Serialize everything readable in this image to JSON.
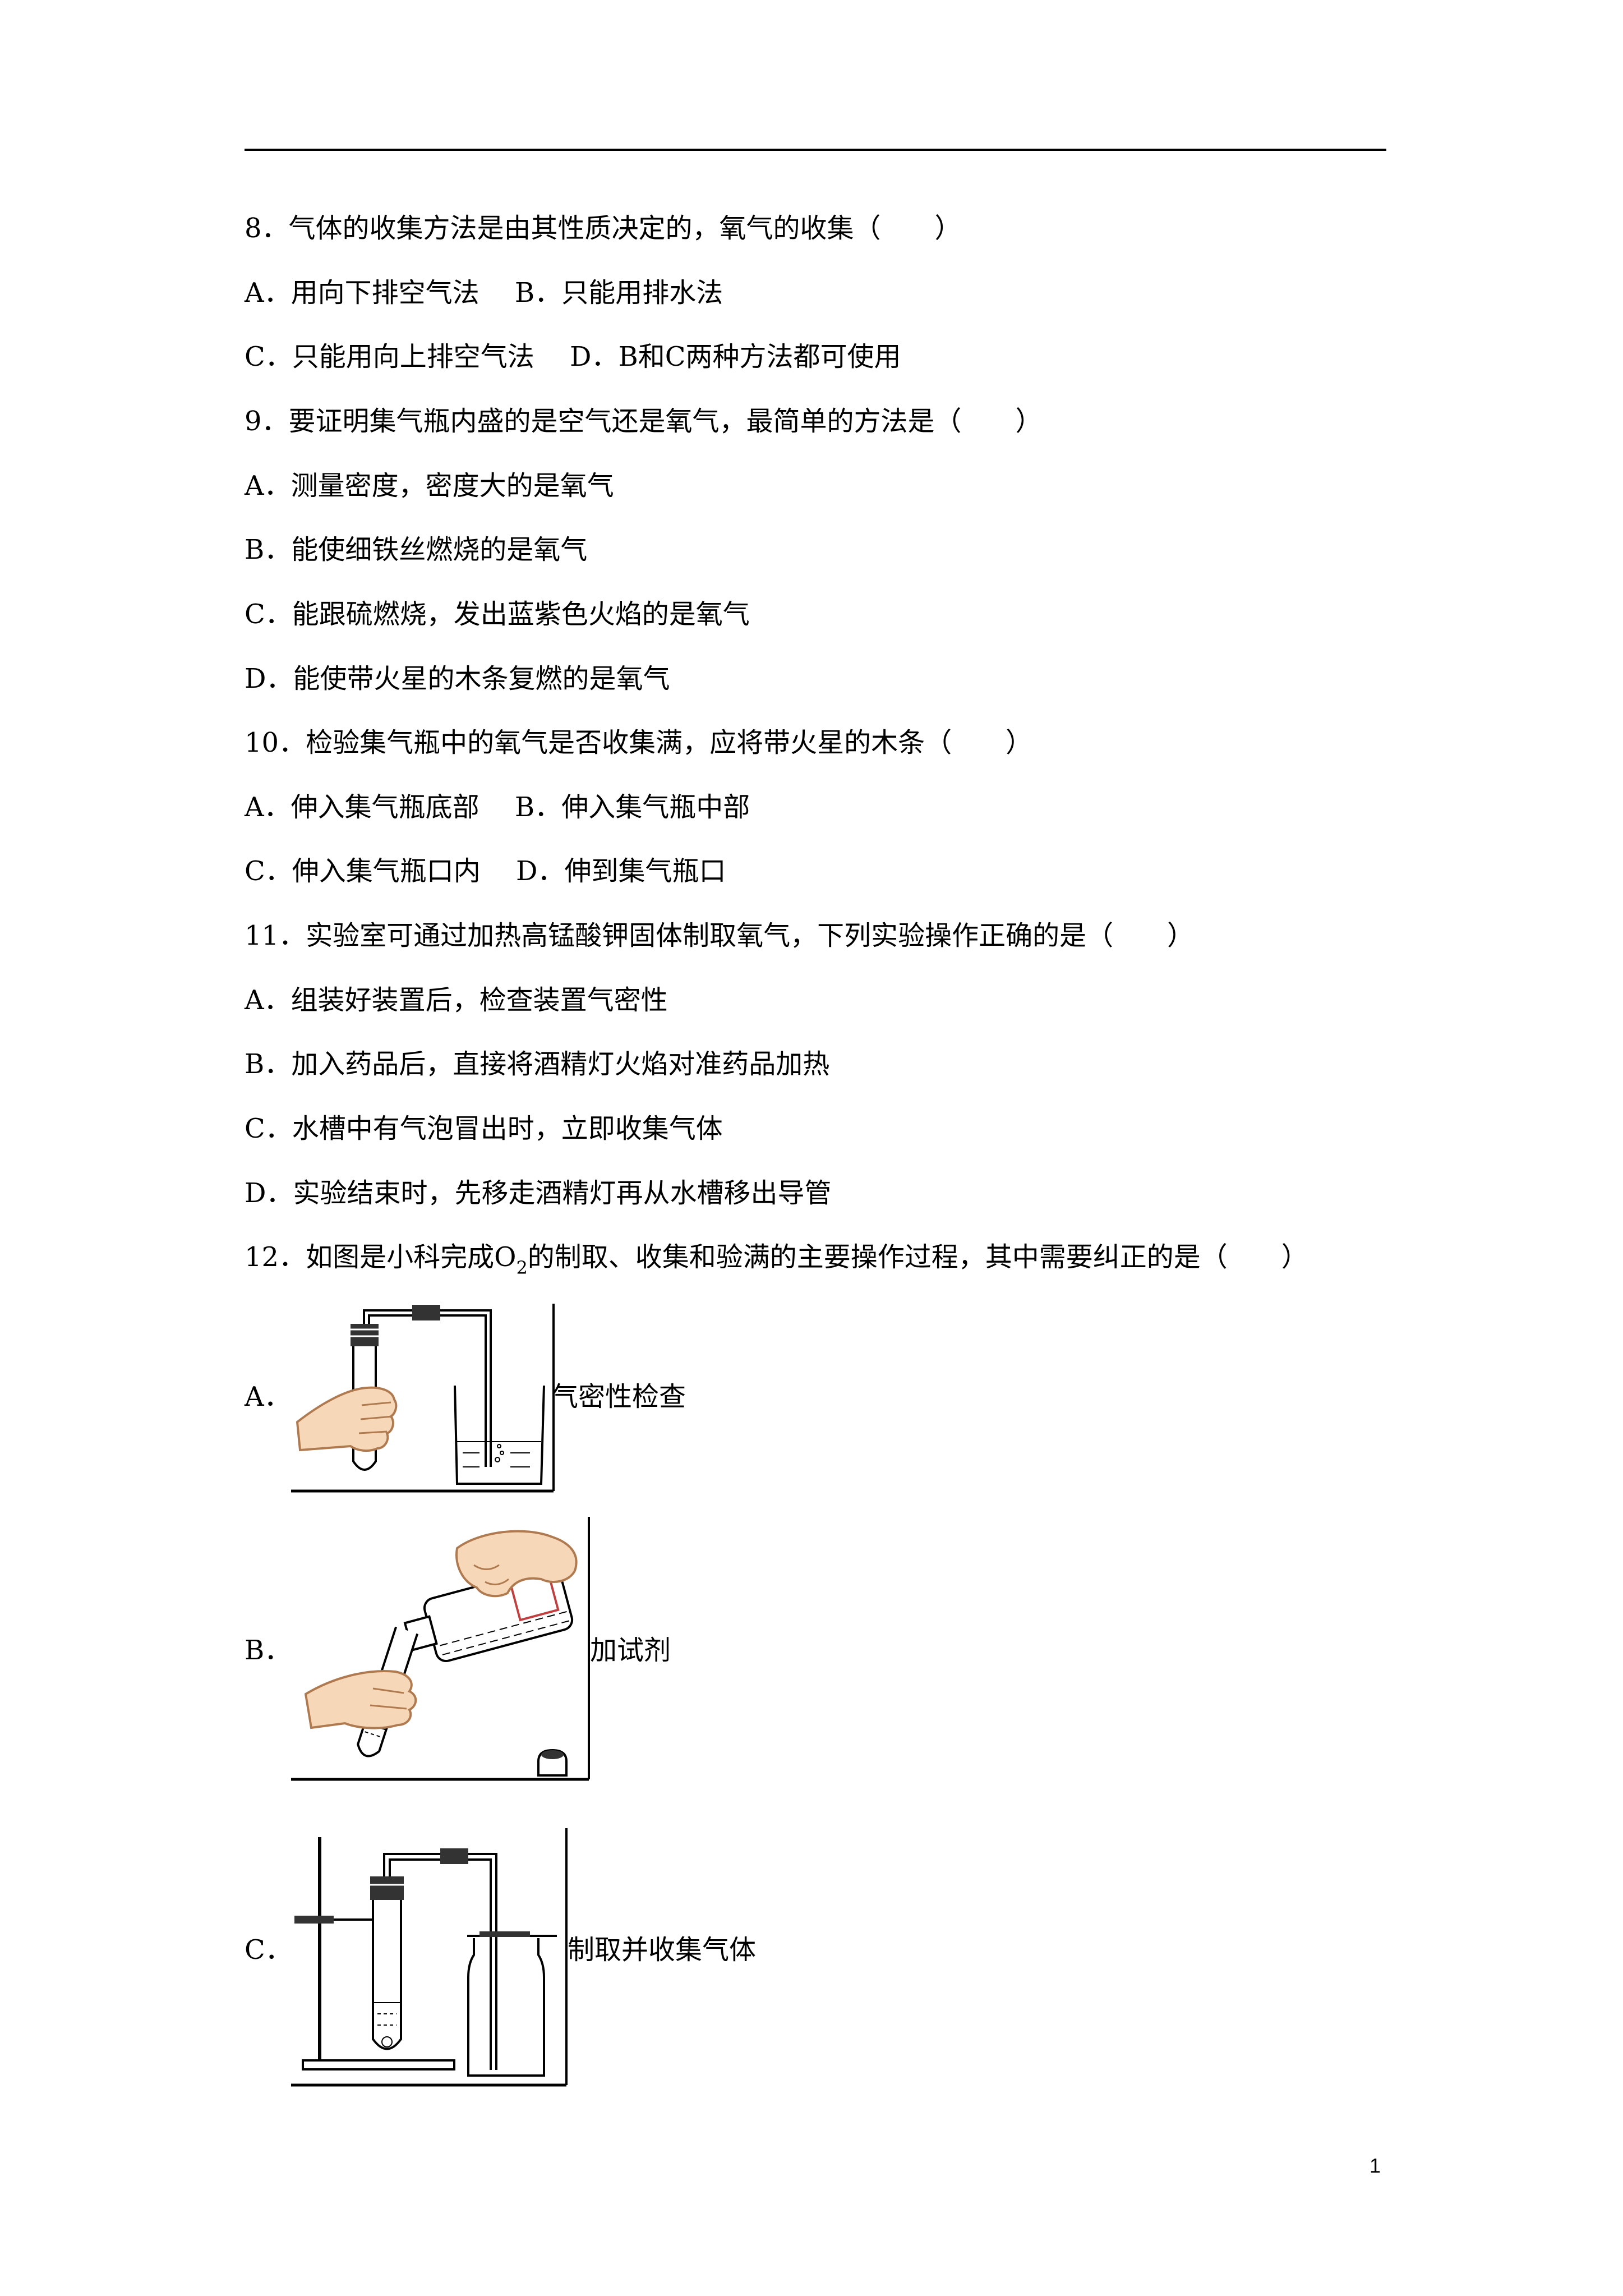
{
  "questions": [
    {
      "stem": "8．气体的收集方法是由其性质决定的，氧气的收集（　　）",
      "options": [
        "A．用向下排空气法　 B．只能用排水法",
        "C．只能用向上排空气法　 D．B和C两种方法都可使用"
      ]
    },
    {
      "stem": "9．要证明集气瓶内盛的是空气还是氧气，最简单的方法是（　　）",
      "options": [
        "A．测量密度，密度大的是氧气",
        "B．能使细铁丝燃烧的是氧气",
        "C．能跟硫燃烧，发出蓝紫色火焰的是氧气",
        "D．能使带火星的木条复燃的是氧气"
      ]
    },
    {
      "stem": "10．检验集气瓶中的氧气是否收集满，应将带火星的木条（　　）",
      "options": [
        "A．伸入集气瓶底部　 B．伸入集气瓶中部",
        "C．伸入集气瓶口内　 D．伸到集气瓶口"
      ]
    },
    {
      "stem": "11．实验室可通过加热高锰酸钾固体制取氧气，下列实验操作正确的是（　　）",
      "options": [
        "A．组装好装置后，检查装置气密性",
        "B．加入药品后，直接将酒精灯火焰对准药品加热",
        "C．水槽中有气泡冒出时，立即收集气体",
        "D．实验结束时，先移走酒精灯再从水槽移出导管"
      ]
    },
    {
      "stem_pre": "12．如图是小科完成O",
      "stem_sub": "2",
      "stem_post": "的制取、收集和验满的主要操作过程，其中需要纠正的是（　　）",
      "figure_options": [
        {
          "label": "A．",
          "caption": "气密性检查"
        },
        {
          "label": "B．",
          "caption": "加试剂"
        },
        {
          "label": "C．",
          "caption": "制取并收集气体"
        }
      ]
    }
  ],
  "page_number": "1",
  "colors": {
    "ink": "#000000",
    "skin": "#f6d8b8",
    "skin_line": "#b07a50",
    "liquid": "#d8d8d8",
    "stopper": "#333333"
  }
}
